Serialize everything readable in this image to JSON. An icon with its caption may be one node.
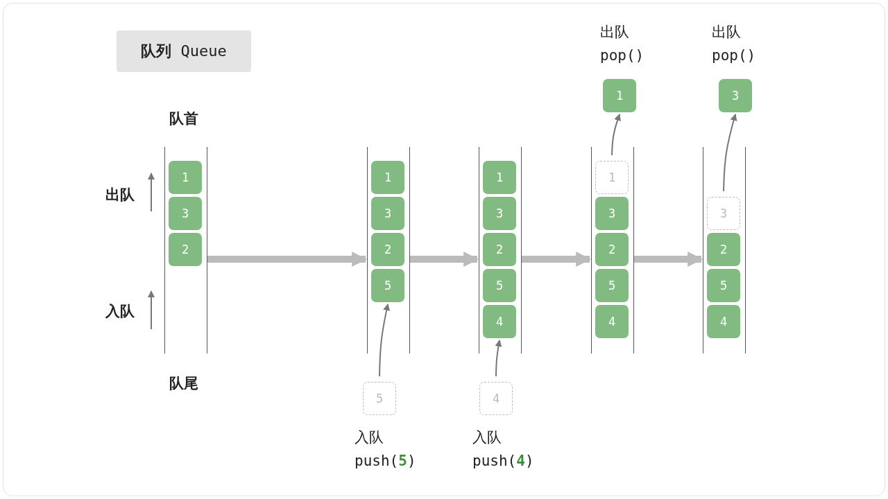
{
  "diagram": {
    "title": "**队列** Queue",
    "nodes": [
      {
        "text": [],
        "shape": "box"
      },
      {
        "text": [
          "1"
        ],
        "in": 0
      },
      {
        "text": [
          "3"
        ],
        "in": 0
      },
      {
        "text": [
          "2"
        ],
        "in": 0
      },
      {
        "text": [],
        "shape": "box"
      },
      {
        "text": [
          "1"
        ],
        "in": 4
      },
      {
        "text": [
          "3"
        ],
        "in": 4
      },
      {
        "text": [
          "2"
        ],
        "in": 4
      },
      {
        "text": [
          "5"
        ],
        "in": 4
      },
      {
        "text": [
          "5"
        ],
        "beside": [
          "入队",
          "push(**5**)"
        ]
      },
      {
        "text": [],
        "shape": "box"
      },
      {
        "text": [
          "1"
        ],
        "in": 10
      },
      {
        "text": [
          "3"
        ],
        "in": 10
      },
      {
        "text": [
          "2"
        ],
        "in": 10
      },
      {
        "text": [
          "5"
        ],
        "in": 10
      },
      {
        "text": [
          "4"
        ],
        "in": 10
      },
      {
        "text": [
          "4"
        ],
        "beside": [
          "入队",
          "push(**4**)"
        ]
      },
      {
        "text": [
          "1"
        ],
        "beside": [
          "出队",
          "pop()"
        ]
      },
      {
        "text": [],
        "shape": "box"
      },
      {
        "text": [
          "1"
        ],
        "in": 18
      },
      {
        "text": [
          "3"
        ],
        "in": 18
      },
      {
        "text": [
          "2"
        ],
        "in": 18
      },
      {
        "text": [
          "5"
        ],
        "in": 18
      },
      {
        "text": [
          "4"
        ],
        "in": 18
      },
      {
        "text": [
          "3"
        ],
        "beside": [
          "出队",
          "pop()"
        ]
      },
      {
        "text": [],
        "shape": "box"
      },
      {
        "text": [
          "3"
        ],
        "in": 25
      },
      {
        "text": [
          "2"
        ],
        "in": 25
      },
      {
        "text": [
          "5"
        ],
        "in": 25
      },
      {
        "text": [
          "4"
        ],
        "in": 25
      }
    ],
    "edges": [
      {
        "from": 0,
        "to": 4,
        "arrow": "to",
        "style": "thick",
        "color": "#bbbbbb"
      },
      {
        "from": 9,
        "to": 8,
        "arrow": "to"
      },
      {
        "from": 4,
        "to": 10,
        "arrow": "to",
        "style": "thick",
        "color": "#bbbbbb"
      },
      {
        "from": 16,
        "to": 15,
        "arrow": "to"
      },
      {
        "from": 10,
        "to": 18,
        "arrow": "to",
        "style": "thick",
        "color": "#bbbbbb"
      },
      {
        "from": 19,
        "to": 17,
        "arrow": "to"
      },
      {
        "from": 18,
        "to": 25,
        "arrow": "to",
        "style": "thick",
        "color": "#bbbbbb"
      },
      {
        "from": 26,
        "to": 24,
        "arrow": "to"
      }
    ],
    "labels": [
      "队首",
      "出队",
      "入队",
      "队尾"
    ]
  }
}
